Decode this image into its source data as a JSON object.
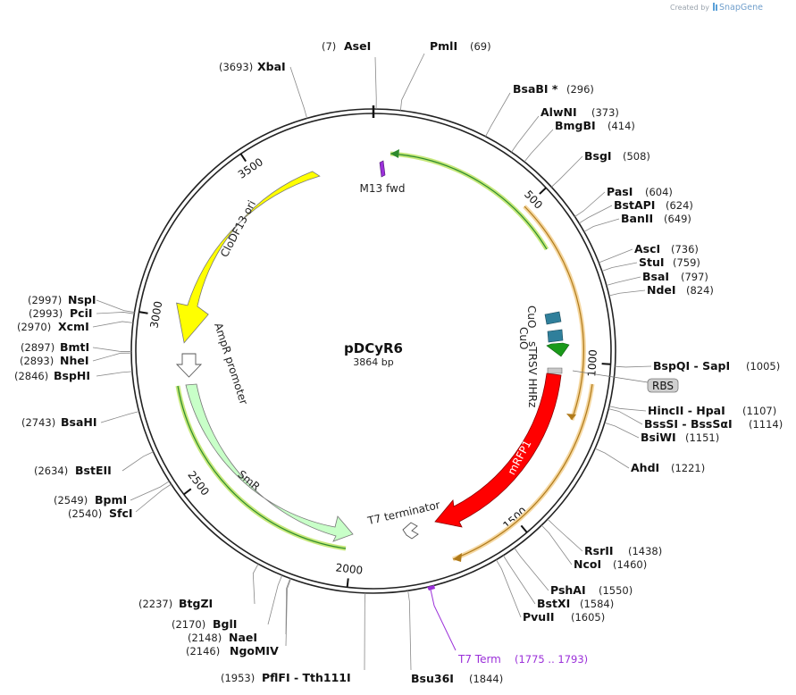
{
  "plasmid": {
    "name": "pDCyR6",
    "size_label": "3864 bp",
    "length": 3864
  },
  "credit": {
    "prefix": "Created by",
    "brand": "SnapGene",
    "icon": "snapgene-logo-icon"
  },
  "ticks": [
    {
      "pos": 500,
      "label": "500"
    },
    {
      "pos": 1000,
      "label": "1000"
    },
    {
      "pos": 1500,
      "label": "1500"
    },
    {
      "pos": 2000,
      "label": "2000"
    },
    {
      "pos": 2500,
      "label": "2500"
    },
    {
      "pos": 3000,
      "label": "3000"
    },
    {
      "pos": 3500,
      "label": "3500"
    }
  ],
  "features": [
    {
      "id": "m13",
      "name": "M13 fwd",
      "color": "#9b30d9",
      "kind": "primer"
    },
    {
      "id": "cuo1",
      "name": "CuO",
      "color": "#2f7f9b",
      "kind": "box"
    },
    {
      "id": "cuo2",
      "name": "CuO",
      "color": "#2f7f9b",
      "kind": "box"
    },
    {
      "id": "hhrz",
      "name": "sTRSV HHRz",
      "color": "#1a9a1a",
      "kind": "arrow"
    },
    {
      "id": "rbs",
      "name": "RBS",
      "color": "#c8c8c8",
      "kind": "box"
    },
    {
      "id": "mrfp1",
      "name": "mRFP1",
      "color": "#ff0000",
      "kind": "arrow"
    },
    {
      "id": "t7term",
      "name": "T7 terminator",
      "color": "#ffffff",
      "kind": "terminator"
    },
    {
      "id": "smr",
      "name": "SmR",
      "color": "#c8ffc8",
      "kind": "arrow"
    },
    {
      "id": "ampr",
      "name": "AmpR promoter",
      "color": "#ffffff",
      "kind": "promoter"
    },
    {
      "id": "clodf",
      "name": "CloDF13 ori",
      "color": "#ffff00",
      "kind": "arrow"
    }
  ],
  "t7term_primer": {
    "name": "T7 Term",
    "range": "(1775 .. 1793)",
    "color": "#9b30d9"
  },
  "enzymes": [
    {
      "name": "AseI",
      "pos": "(7)"
    },
    {
      "name": "PmlI",
      "pos": "(69)"
    },
    {
      "name": "BsaBI *",
      "pos": "(296)"
    },
    {
      "name": "AlwNI",
      "pos": "(373)"
    },
    {
      "name": "BmgBI",
      "pos": "(414)"
    },
    {
      "name": "BsgI",
      "pos": "(508)"
    },
    {
      "name": "PasI",
      "pos": "(604)"
    },
    {
      "name": "BstAPI",
      "pos": "(624)"
    },
    {
      "name": "BanII",
      "pos": "(649)"
    },
    {
      "name": "AscI",
      "pos": "(736)"
    },
    {
      "name": "StuI",
      "pos": "(759)"
    },
    {
      "name": "BsaI",
      "pos": "(797)"
    },
    {
      "name": "NdeI",
      "pos": "(824)"
    },
    {
      "name": "BspQI  - SapI",
      "pos": "(1005)"
    },
    {
      "name": "HincII  - HpaI",
      "pos": "(1107)"
    },
    {
      "name": "BssSI  - BssSαI",
      "pos": "(1114)"
    },
    {
      "name": "BsiWI",
      "pos": "(1151)"
    },
    {
      "name": "AhdI",
      "pos": "(1221)"
    },
    {
      "name": "RsrII",
      "pos": "(1438)"
    },
    {
      "name": "NcoI",
      "pos": "(1460)"
    },
    {
      "name": "PshAI",
      "pos": "(1550)"
    },
    {
      "name": "BstXI",
      "pos": "(1584)"
    },
    {
      "name": "PvuII",
      "pos": "(1605)"
    },
    {
      "name": "Bsu36I",
      "pos": "(1844)"
    },
    {
      "name": "PflFI  - Tth111I",
      "pos": "(1953)"
    },
    {
      "name": "NgoMIV",
      "pos": "(2146)"
    },
    {
      "name": "NaeI",
      "pos": "(2148)"
    },
    {
      "name": "BglI",
      "pos": "(2170)"
    },
    {
      "name": "BtgZI",
      "pos": "(2237)"
    },
    {
      "name": "SfcI",
      "pos": "(2540)"
    },
    {
      "name": "BpmI",
      "pos": "(2549)"
    },
    {
      "name": "BstEII",
      "pos": "(2634)"
    },
    {
      "name": "BsaHI",
      "pos": "(2743)"
    },
    {
      "name": "BspHI",
      "pos": "(2846)"
    },
    {
      "name": "NheI",
      "pos": "(2893)"
    },
    {
      "name": "BmtI",
      "pos": "(2897)"
    },
    {
      "name": "XcmI",
      "pos": "(2970)"
    },
    {
      "name": "PciI",
      "pos": "(2993)"
    },
    {
      "name": "NspI",
      "pos": "(2997)"
    },
    {
      "name": "XbaI",
      "pos": "(3693)"
    }
  ]
}
